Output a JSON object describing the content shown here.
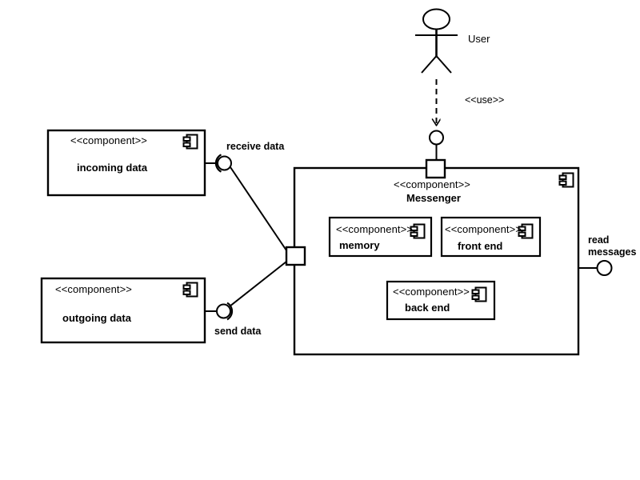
{
  "diagram": {
    "type": "uml-component-diagram",
    "stereotype": "<<component>>",
    "background_color": "#ffffff",
    "line_color": "#000000"
  },
  "actor": {
    "name": "User",
    "shape": "stick-figure"
  },
  "use_dependency": {
    "label": "<<use>>",
    "style": "dashed-arrow",
    "from": "User",
    "to": "Messenger"
  },
  "components": {
    "incoming_data": {
      "stereotype": "<<component>>",
      "name": "incoming data"
    },
    "outgoing_data": {
      "stereotype": "<<component>>",
      "name": "outgoing data"
    },
    "messenger": {
      "stereotype": "<<component>>",
      "name": "Messenger",
      "children": {
        "memory": {
          "stereotype": "<<component>>",
          "name": "memory"
        },
        "front_end": {
          "stereotype": "<<component>>",
          "name": "front end"
        },
        "back_end": {
          "stereotype": "<<component>>",
          "name": "back end"
        }
      }
    }
  },
  "interfaces": {
    "receive_data": {
      "label": "receive data",
      "kind": "assembly-connector"
    },
    "send_data": {
      "label": "send data",
      "kind": "assembly-connector"
    },
    "read_messages": {
      "label_line1": "read",
      "label_line2": "messages",
      "kind": "provided-interface"
    }
  }
}
